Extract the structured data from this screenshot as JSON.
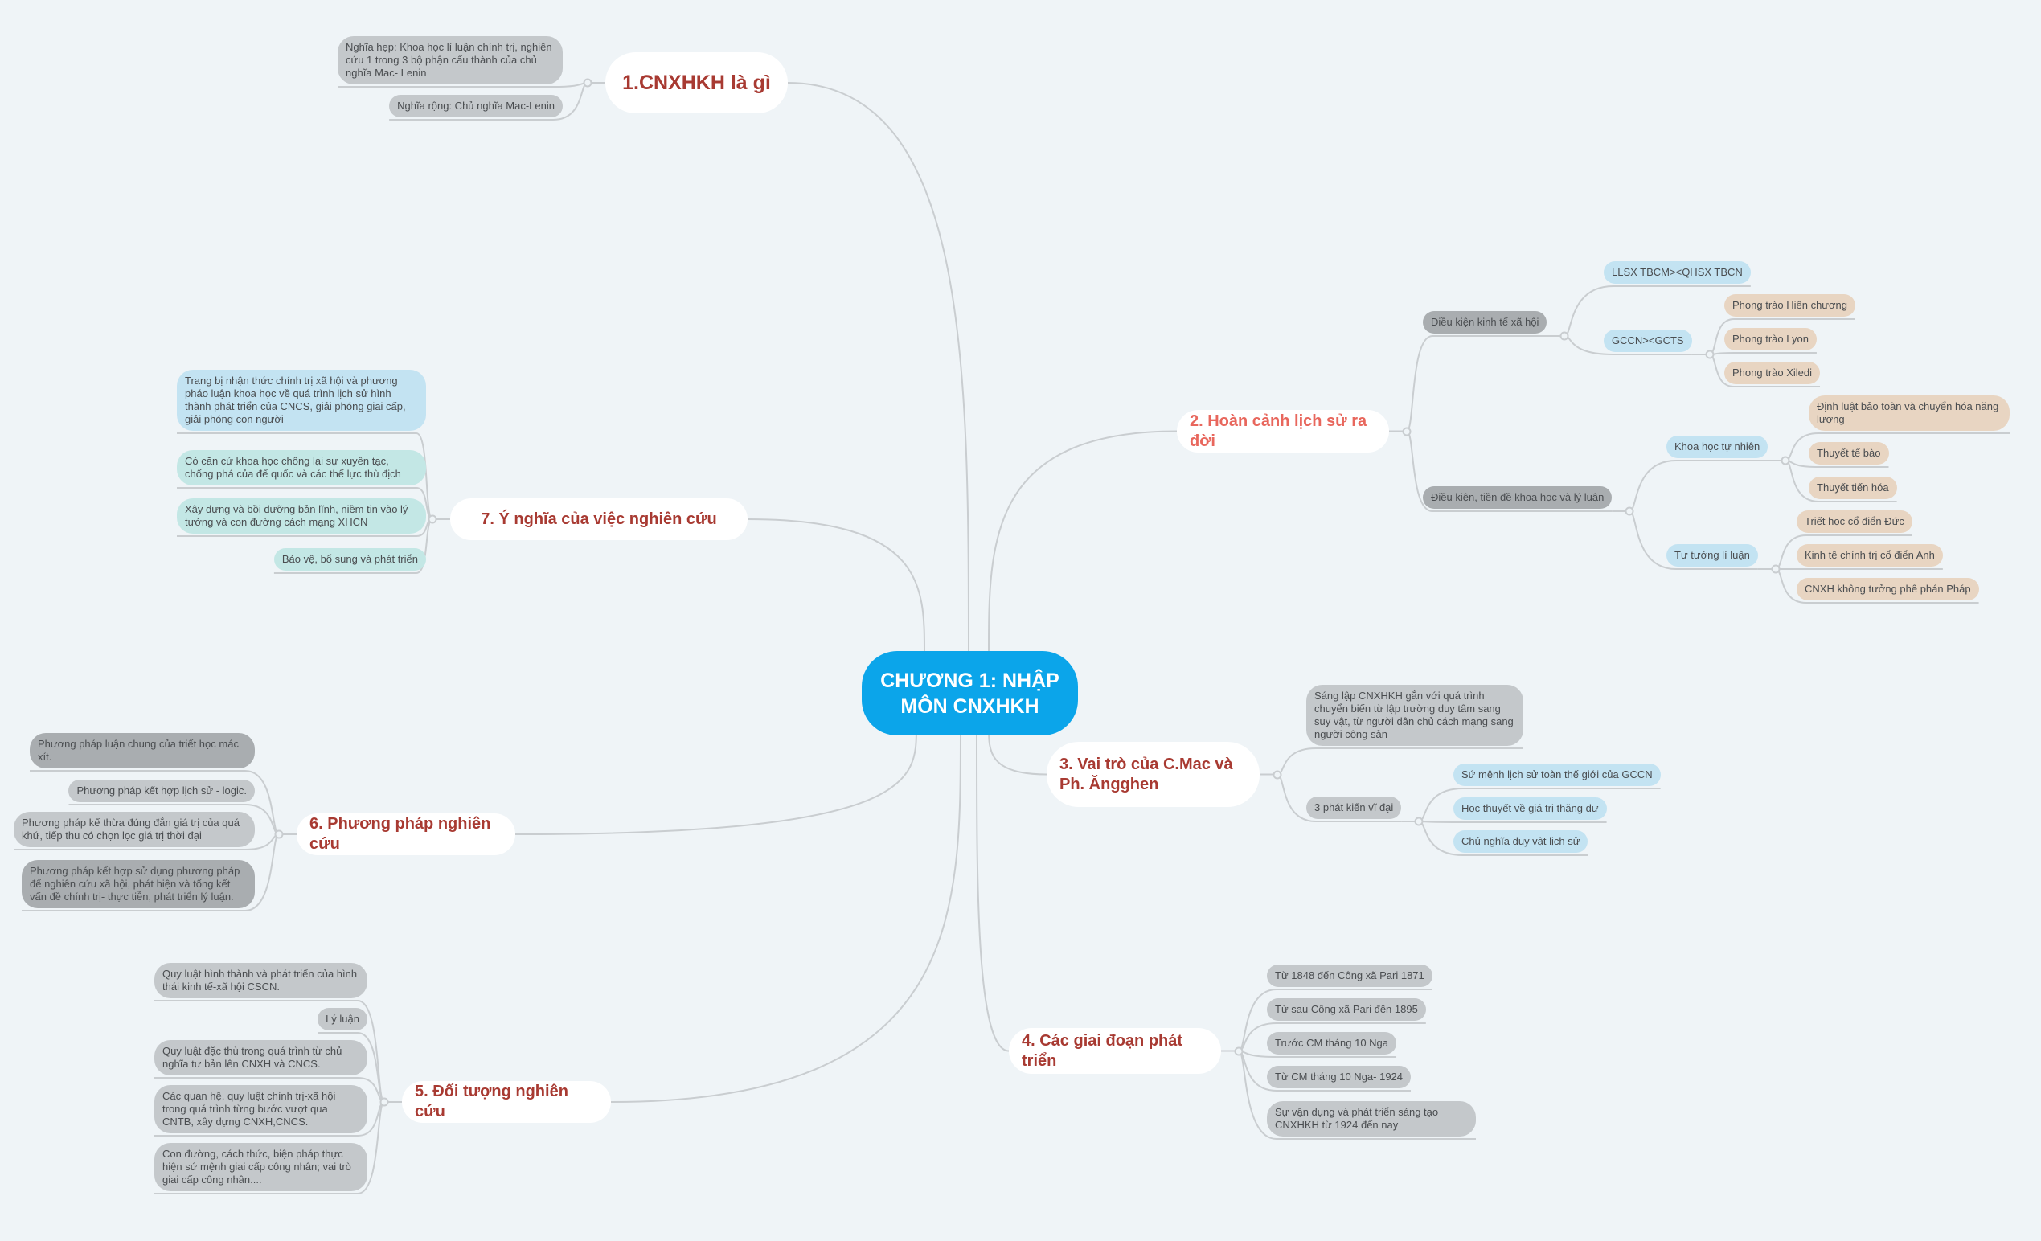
{
  "center": "CHƯƠNG 1: NHẬP MÔN CNXHKH",
  "topic1": {
    "title": "1.CNXHKH là gì",
    "children": [
      "Nghĩa hẹp: Khoa học lí luận chính trị, nghiên cứu 1 trong 3 bộ phận cấu thành của chủ nghĩa Mac- Lenin",
      "Nghĩa rộng: Chủ nghĩa Mac-Lenin"
    ]
  },
  "topic2": {
    "title": "2. Hoàn cảnh lịch sử ra đời",
    "econ": {
      "label": "Điều kiện kinh tế xã hội",
      "llsx": "LLSX TBCM><QHSX TBCN",
      "gccn": "GCCN><GCTS",
      "movements": [
        "Phong trào Hiến chương",
        "Phong trào Lyon",
        "Phong trào Xiledi"
      ]
    },
    "science": {
      "label": "Điều kiện, tiền đề khoa học và lý luận",
      "natural": {
        "label": "Khoa học tự nhiên",
        "items": [
          "Định luật bảo toàn và chuyển hóa năng lượng",
          "Thuyết tế bào",
          "Thuyết tiến hóa"
        ]
      },
      "theory": {
        "label": "Tư tưởng lí luận",
        "items": [
          "Triết học cổ điển Đức",
          "Kinh tế chính trị cổ điển Anh",
          "CNXH không tưởng phê phán Pháp"
        ]
      }
    }
  },
  "topic3": {
    "title": "3. Vai trò của C.Mac và Ph. Ăngghen",
    "founding": "Sáng lập CNXHKH gắn với quá trình chuyển biến từ lập trường duy tâm sang suy vật, từ người dân chủ cách mạng sang người cộng sản",
    "discoveries": {
      "label": "3 phát kiến vĩ đại",
      "items": [
        "Sứ mệnh lịch sử toàn thế giới của GCCN",
        "Học thuyết về giá trị thặng dư",
        "Chủ nghĩa duy vật lịch sử"
      ]
    }
  },
  "topic4": {
    "title": "4. Các giai đoạn phát triển",
    "children": [
      "Từ 1848 đến Công xã Pari 1871",
      "Từ sau Công xã Pari đến 1895",
      "Trước CM tháng 10 Nga",
      "Từ CM tháng 10 Nga- 1924",
      "Sự vận dụng và phát triển sáng tạo CNXHKH từ 1924 đến nay"
    ]
  },
  "topic5": {
    "title": "5. Đối tượng nghiên cứu",
    "children": [
      "Quy luật hình thành và phát triển của hình thái kinh tế-xã hội CSCN.",
      "Lý luận",
      "Quy luật đặc thù trong quá trình từ chủ nghĩa tư bản lên CNXH và CNCS.",
      "Các quan hệ, quy luật chính trị-xã hội trong quá trình từng bước vượt qua CNTB, xây dựng CNXH,CNCS.",
      "Con đường, cách thức, biện pháp thực hiện sứ mệnh giai cấp công nhân; vai trò giai cấp công nhân...."
    ]
  },
  "topic6": {
    "title": "6. Phương pháp nghiên cứu",
    "children": [
      "Phương pháp luận chung của triết học mác xít.",
      "Phương pháp kết hợp lịch sử - logic.",
      "Phương pháp kế thừa đúng đắn giá trị của quá khứ, tiếp thu có chọn lọc giá trị thời đại",
      "Phương pháp kết hợp sử dụng phương pháp để nghiên cứu xã hội, phát hiện và tổng kết vấn đề chính trị- thực tiễn, phát triển lý luận."
    ]
  },
  "topic7": {
    "title": "7. Ý nghĩa của việc nghiên cứu",
    "children": [
      "Trang bị nhận thức chính trị xã hội và phương pháo luận khoa học về quá trình lịch sử hình thành phát triển của CNCS, giải phóng giai cấp, giải phóng con người",
      "Có căn cứ khoa học chống lại sự xuyên tạc, chống phá của đế quốc và các thế lực thù địch",
      "Xây dựng và bồi dưỡng bản lĩnh, niềm tin vào lý tưởng và con đường cách mạng XHCN",
      "Bảo vệ, bổ sung và phát triển"
    ]
  },
  "colors": {
    "center": "#0ba5ea",
    "topic_text": "#a83a32",
    "topic2_text": "#e8675d",
    "background": "#eff4f7",
    "connector": "#c9cdd0"
  }
}
